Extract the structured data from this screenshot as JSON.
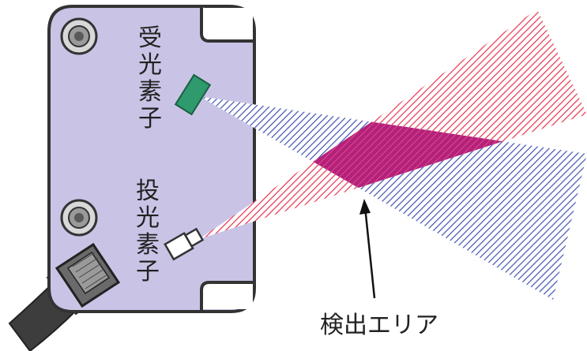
{
  "labels": {
    "receiver_element": "受光素子",
    "emitter_element": "投光素子",
    "detection_area": "検出エリア"
  },
  "icons": [
    "mounting-screw-icon",
    "cable-connector-icon"
  ],
  "colors": {
    "sensor_body": "#c9c4e6",
    "outline": "#333333",
    "receiver": "#2e9a6e",
    "emitter": "#ffffff",
    "emitter_beam": "#e8324a",
    "receiver_beam": "#3f52b0",
    "overlap": "#c0307a"
  }
}
